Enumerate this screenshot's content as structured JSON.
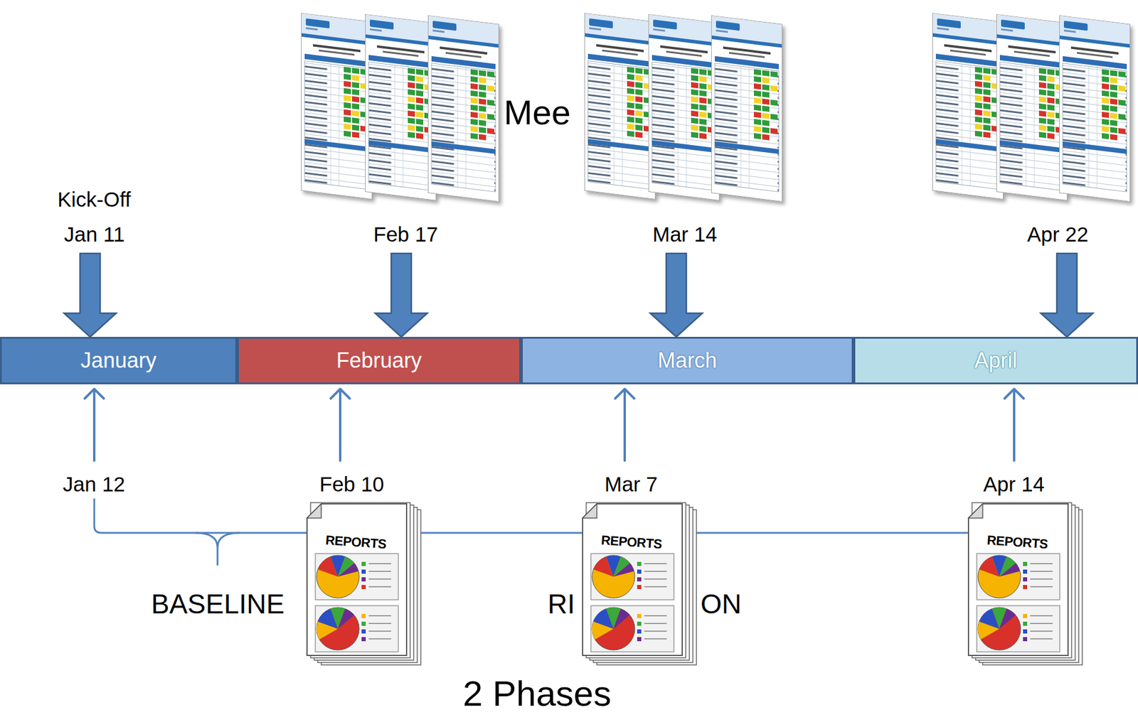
{
  "diagram": {
    "caption": "2 Phases",
    "nodes": [
      {
        "text": [
          "January"
        ]
      },
      {
        "text": [
          "February"
        ]
      },
      {
        "text": [
          "March"
        ]
      },
      {
        "text": [
          "April"
        ]
      }
    ],
    "labels": [
      "Kick-Off",
      "Jan 11",
      "Feb 17",
      "Mar 14",
      "Apr 22",
      "Mee",
      "Jan 12",
      "Feb 10",
      "Mar 7",
      "Apr 14",
      "BASELINE",
      "RI",
      "ON",
      "REPORTS",
      "REPORTS",
      "REPORTS"
    ]
  }
}
